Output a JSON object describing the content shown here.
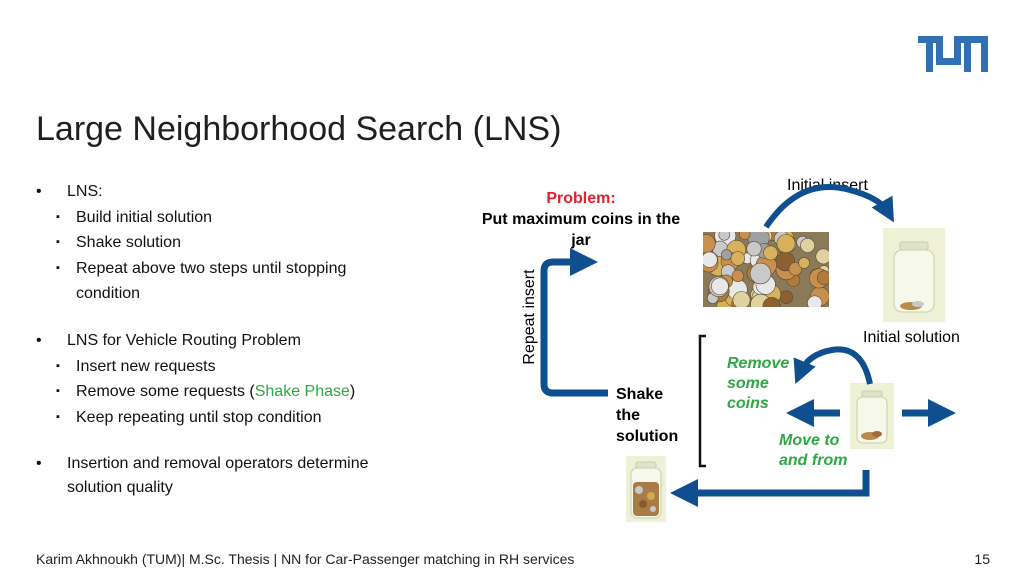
{
  "header": {
    "logo_text": "TUM",
    "brand_color": "#3070b3"
  },
  "slide": {
    "title": "Large Neighborhood Search (LNS)",
    "bullets": [
      {
        "marker": "•",
        "text": "LNS:",
        "subitems": [
          {
            "marker": "▪",
            "text": "Build initial solution"
          },
          {
            "marker": "▪",
            "text": "Shake solution"
          },
          {
            "marker": "▪",
            "text": "Repeat above two steps until stopping condition"
          }
        ]
      },
      {
        "marker": "•",
        "text": "LNS for Vehicle Routing Problem",
        "subitems": [
          {
            "marker": "▪",
            "text": "Insert new requests"
          },
          {
            "marker": "▪",
            "text_before": "Remove some requests (",
            "highlight": "Shake Phase",
            "text_after": ")"
          },
          {
            "marker": "▪",
            "text": "Keep repeating until stop condition"
          }
        ]
      },
      {
        "marker": "•",
        "text": "Insertion and removal operators determine solution quality"
      }
    ]
  },
  "diagram": {
    "problem_label": "Problem:",
    "problem_text": "Put maximum coins in the jar",
    "repeat_insert": "Repeat insert",
    "initial_insert": "Initial insert",
    "initial_solution": "Initial solution",
    "shake_label": "Shake the solution",
    "remove_label": "Remove some coins",
    "move_label": "Move to and from",
    "arrow_color": "#0f4f8f",
    "accent_red": "#e3202b",
    "accent_green": "#2ea843",
    "images": [
      "coins-pile-image",
      "jar-few-coins-image",
      "jar-some-coins-image",
      "jar-full-coins-image"
    ]
  },
  "footer": {
    "text": "Karim Akhnoukh (TUM)| M.Sc. Thesis | NN for Car-Passenger matching in RH services",
    "page_number": "15"
  }
}
